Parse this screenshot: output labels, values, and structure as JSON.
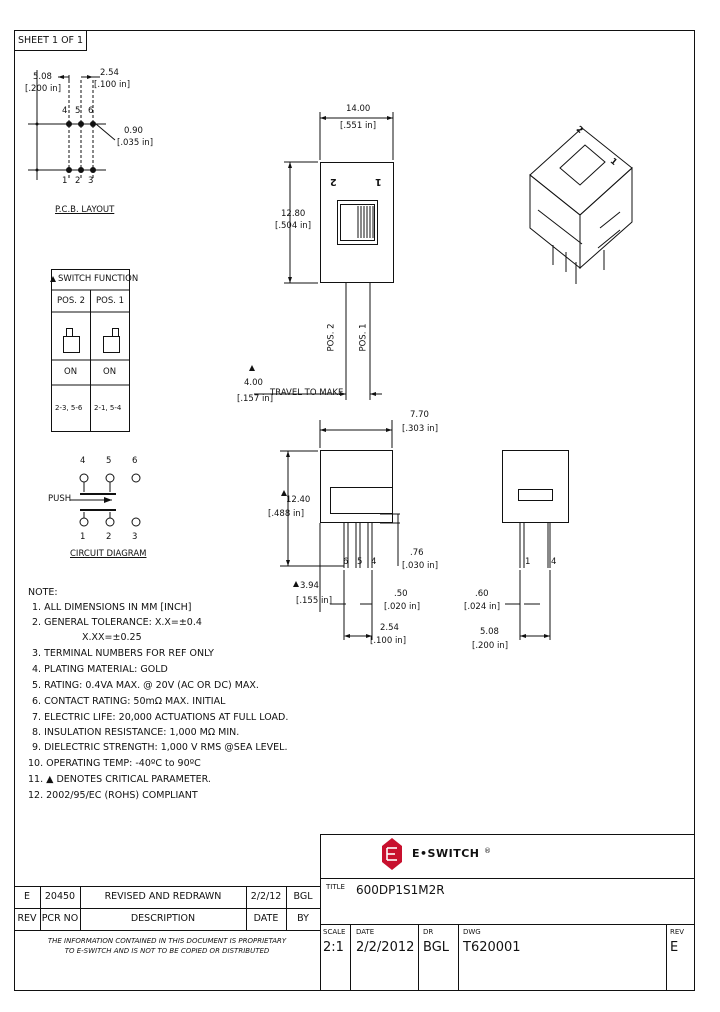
{
  "sheet": "SHEET 1 OF 1",
  "pcb": {
    "dim_a": "5.08",
    "dim_a_in": "[.200 in]",
    "dim_b": "2.54",
    "dim_b_in": "[.100 in]",
    "dim_c": "0.90",
    "dim_c_in": "[.035 in]",
    "pins_top": [
      "4",
      "5",
      "6"
    ],
    "pins_bottom": [
      "1",
      "2",
      "3"
    ],
    "label": "P.C.B. LAYOUT"
  },
  "top_view": {
    "width": "14.00",
    "width_in": "[.551 in]",
    "height": "12.80",
    "height_in": "[.504 in]",
    "mark_2": "2",
    "mark_1": "1",
    "pos2": "POS. 2",
    "pos1": "POS. 1",
    "travel": "4.00",
    "travel_in": "[.157 in]",
    "travel_label": "TRAVEL TO MAKE"
  },
  "switch_function": {
    "title": "SWITCH FUNCTION",
    "headers": [
      "POS. 2",
      "POS. 1"
    ],
    "state": [
      "ON",
      "ON"
    ],
    "connections": [
      "2-3, 5-6",
      "2-1, 5-4"
    ]
  },
  "circuit": {
    "top_pins": [
      "4",
      "5",
      "6"
    ],
    "bottom_pins": [
      "1",
      "2",
      "3"
    ],
    "push": "PUSH",
    "label": "CIRCUIT DIAGRAM"
  },
  "side_view": {
    "depth": "7.70",
    "depth_in": "[.303 in]",
    "height": "12.40",
    "height_in": "[.488 in]",
    "pin_len": ".76",
    "pin_len_in": "[.030 in]",
    "standoff": "3.94",
    "standoff_in": "[.155 in]",
    "pin_w": ".50",
    "pin_w_in": "[.020 in]",
    "pitch": "2.54",
    "pitch_in": "[.100 in]",
    "pins": [
      "6",
      "5",
      "4"
    ]
  },
  "end_view": {
    "pin_w": ".60",
    "pin_w_in": "[.024 in]",
    "span": "5.08",
    "span_in": "[.200 in]",
    "pins": [
      "1",
      "4"
    ]
  },
  "iso_marks": [
    "2",
    "1"
  ],
  "notes": {
    "title": "NOTE:",
    "items": [
      "1. ALL DIMENSIONS IN MM [INCH]",
      "2. GENERAL TOLERANCE: X.X=±0.4",
      "X.XX=±0.25",
      "3. TERMINAL NUMBERS FOR REF ONLY",
      "4. PLATING MATERIAL: GOLD",
      "5. RATING: 0.4VA MAX. @ 20V (AC OR DC) MAX.",
      "6. CONTACT RATING: 50mΩ MAX. INITIAL",
      "7. ELECTRIC LIFE: 20,000 ACTUATIONS AT FULL LOAD.",
      "8. INSULATION RESISTANCE: 1,000 MΩ MIN.",
      "9. DIELECTRIC STRENGTH: 1,000 V RMS @SEA LEVEL.",
      "10. OPERATING TEMP: -40ºC to 90ºC",
      "11. ▲ DENOTES CRITICAL PARAMETER.",
      "12. 2002/95/EC (ROHS) COMPLIANT"
    ]
  },
  "title_block": {
    "company": "E•SWITCH",
    "reg": "®",
    "title_label": "TITLE",
    "title": "600DP1S1M2R",
    "scale_label": "SCALE",
    "scale": "2:1",
    "date_label": "DATE",
    "date": "2/2/2012",
    "dr_label": "DR",
    "dr": "BGL",
    "dwg_label": "DWG",
    "dwg": "T620001",
    "rev_label": "REV",
    "rev": "E"
  },
  "revision": {
    "row": [
      "E",
      "20450",
      "REVISED AND REDRAWN",
      "2/2/12",
      "BGL"
    ],
    "headers": [
      "REV",
      "PCR NO",
      "DESCRIPTION",
      "DATE",
      "BY"
    ],
    "notice_1": "THE INFORMATION CONTAINED IN THIS DOCUMENT IS PROPRIETARY",
    "notice_2": "TO E-SWITCH AND IS NOT TO BE COPIED OR DISTRIBUTED"
  }
}
